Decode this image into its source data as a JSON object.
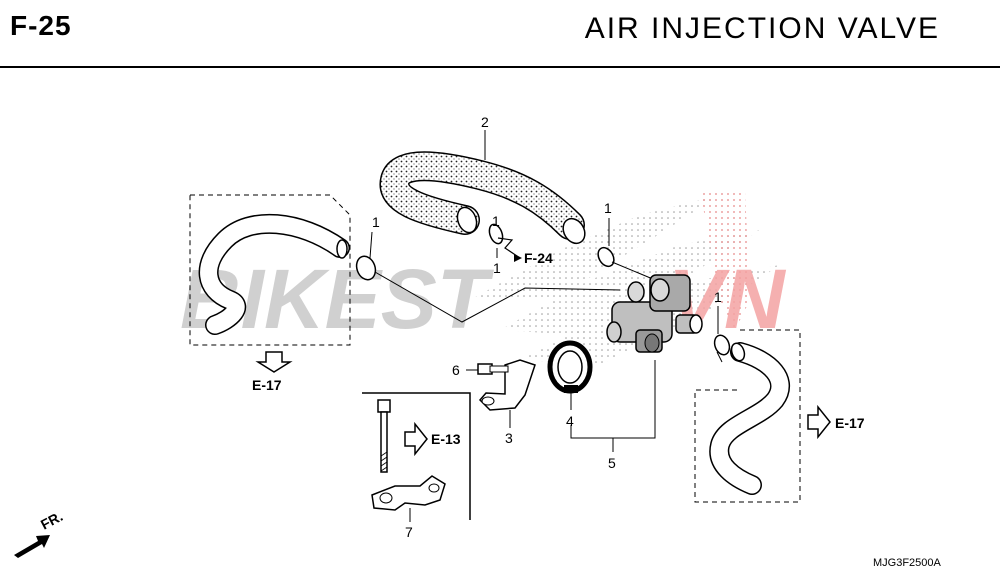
{
  "header": {
    "code": "F-25",
    "title": "AIR  INJECTION  VALVE"
  },
  "watermark": {
    "text_gray": "BIKEST",
    "text_red": "VN",
    "color_gray": "#c8c8c8",
    "color_red": "#f4a3a3"
  },
  "parts": [
    {
      "label": "1"
    },
    {
      "label": "1"
    },
    {
      "label": "1"
    },
    {
      "label": "1"
    },
    {
      "label": "1"
    },
    {
      "label": "2"
    },
    {
      "label": "3"
    },
    {
      "label": "4"
    },
    {
      "label": "5"
    },
    {
      "label": "6"
    },
    {
      "label": "7"
    }
  ],
  "refs": {
    "f24": "F-24",
    "e17_left": "E-17",
    "e17_right": "E-17",
    "e13": "E-13"
  },
  "front": "FR.",
  "diagram_code": "MJG3F2500A"
}
